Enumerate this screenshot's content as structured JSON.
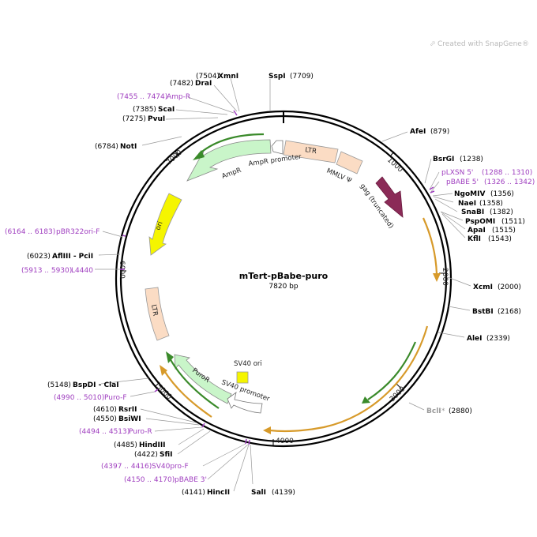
{
  "watermark": "Created with SnapGene®",
  "plasmid": {
    "name": "mTert-pBabe-puro",
    "size": "7820 bp"
  },
  "ticks": [
    "1000",
    "2000",
    "3000",
    "4000",
    "5000",
    "6000",
    "7000"
  ],
  "sites": [
    {
      "name": "XmnI",
      "pos": "(7504)"
    },
    {
      "name": "DraI",
      "pos": "(7482)"
    },
    {
      "name": "Amp-R",
      "pos": "(7455 .. 7474)",
      "primer": true
    },
    {
      "name": "ScaI",
      "pos": "(7385)"
    },
    {
      "name": "PvuI",
      "pos": "(7275)"
    },
    {
      "name": "NotI",
      "pos": "(6784)"
    },
    {
      "name": "SspI",
      "pos": "(7709)"
    },
    {
      "name": "AfeI",
      "pos": "(879)"
    },
    {
      "name": "BsrGI",
      "pos": "(1238)"
    },
    {
      "name": "pLXSN 5'",
      "pos": "(1288 .. 1310)",
      "primer": true
    },
    {
      "name": "pBABE 5'",
      "pos": "(1326 .. 1342)",
      "primer": true
    },
    {
      "name": "NgoMIV",
      "pos": "(1356)"
    },
    {
      "name": "NaeI",
      "pos": "(1358)"
    },
    {
      "name": "SnaBI",
      "pos": "(1382)"
    },
    {
      "name": "PspOMI",
      "pos": "(1511)"
    },
    {
      "name": "ApaI",
      "pos": "(1515)"
    },
    {
      "name": "KflI",
      "pos": "(1543)"
    },
    {
      "name": "XcmI",
      "pos": "(2000)"
    },
    {
      "name": "BstBI",
      "pos": "(2168)"
    },
    {
      "name": "AleI",
      "pos": "(2339)"
    },
    {
      "name": "BclI",
      "pos": "(2880)",
      "star": "*"
    },
    {
      "name": "pBR322ori-F",
      "pos": "(6164 .. 6183)",
      "primer": true
    },
    {
      "name": "AflIII - PciI",
      "pos": "(6023)"
    },
    {
      "name": "L4440",
      "pos": "(5913 .. 5930)",
      "primer": true
    },
    {
      "name": "BspDI - ClaI",
      "pos": "(5148)"
    },
    {
      "name": "Puro-F",
      "pos": "(4990 .. 5010)",
      "primer": true
    },
    {
      "name": "RsrII",
      "pos": "(4610)"
    },
    {
      "name": "BsiWI",
      "pos": "(4550)"
    },
    {
      "name": "Puro-R",
      "pos": "(4494 .. 4513)",
      "primer": true
    },
    {
      "name": "HindIII",
      "pos": "(4485)"
    },
    {
      "name": "SfiI",
      "pos": "(4422)"
    },
    {
      "name": "SV40pro-F",
      "pos": "(4397 .. 4416)",
      "primer": true
    },
    {
      "name": "pBABE 3'",
      "pos": "(4150 .. 4170)",
      "primer": true
    },
    {
      "name": "HincII",
      "pos": "(4141)"
    },
    {
      "name": "SalI",
      "pos": "(4139)"
    }
  ],
  "features": [
    "AmpR",
    "AmpR promoter",
    "LTR",
    "MMLV Ψ",
    "gag (truncated)",
    "ori",
    "LTR",
    "SV40 ori",
    "PuroR",
    "SV40 promoter"
  ],
  "colors": {
    "backbone": "#000000",
    "ampr": "#c9f5c9",
    "ltr": "#fbdcc4",
    "mmlv": "#fbdcc4",
    "gag": "#8b2a57",
    "ori": "#f5f500",
    "sv40ori": "#f5f500",
    "puror": "#c9f5c9",
    "sv40promoter": "#ffffff",
    "orf_orange": "#d79a2a",
    "orf_green": "#3a8a2a",
    "primer": "#a040c0"
  }
}
